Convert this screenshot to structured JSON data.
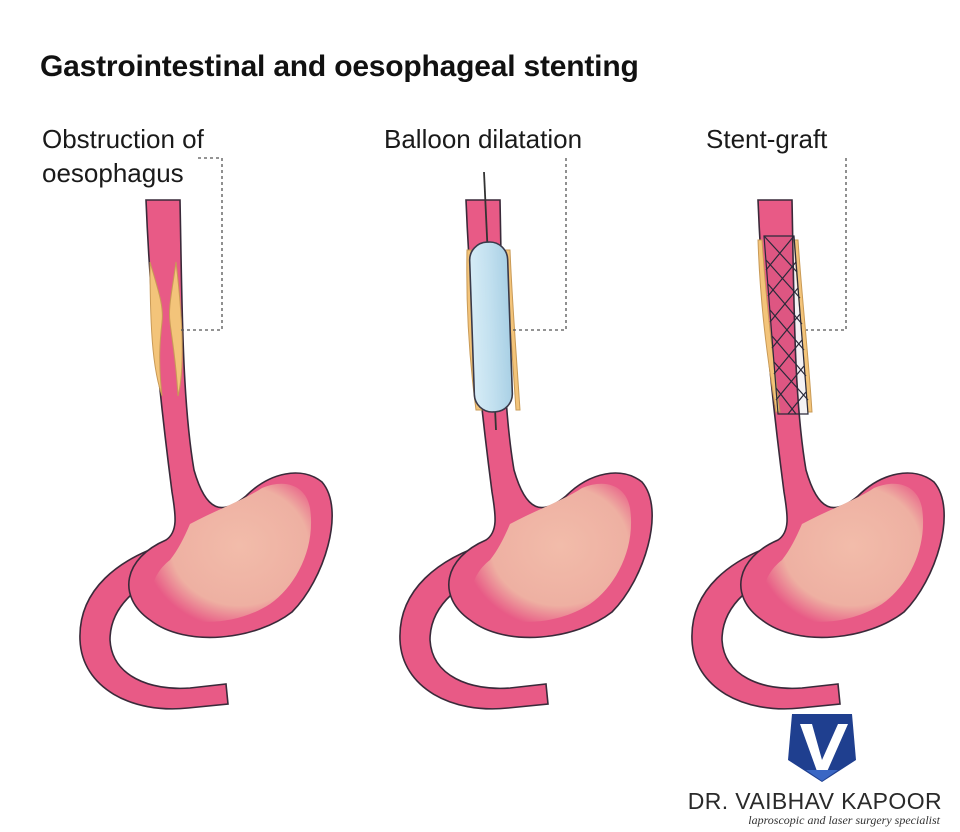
{
  "title": "Gastrointestinal and oesophageal stenting",
  "panels": [
    {
      "label_lines": [
        "Obstruction of",
        "oesophagus"
      ],
      "icon": "obstructed-oesophagus"
    },
    {
      "label": "Balloon dilatation",
      "icon": "balloon-catheter"
    },
    {
      "label": "Stent-graft",
      "icon": "mesh-stent"
    }
  ],
  "branding": {
    "logo": "v-shield-logo",
    "name": "DR. VAIBHAV KAPOOR",
    "tagline": "laproscopic and laser surgery specialist"
  },
  "colors": {
    "tissue": "#e85a86",
    "tissue_outline": "#3a2a3a",
    "stomach_inner": "#f1b5a6",
    "obstruction": "#f3c47a",
    "balloon": "#bcdcec",
    "brand_blue": "#1f3f8f"
  }
}
